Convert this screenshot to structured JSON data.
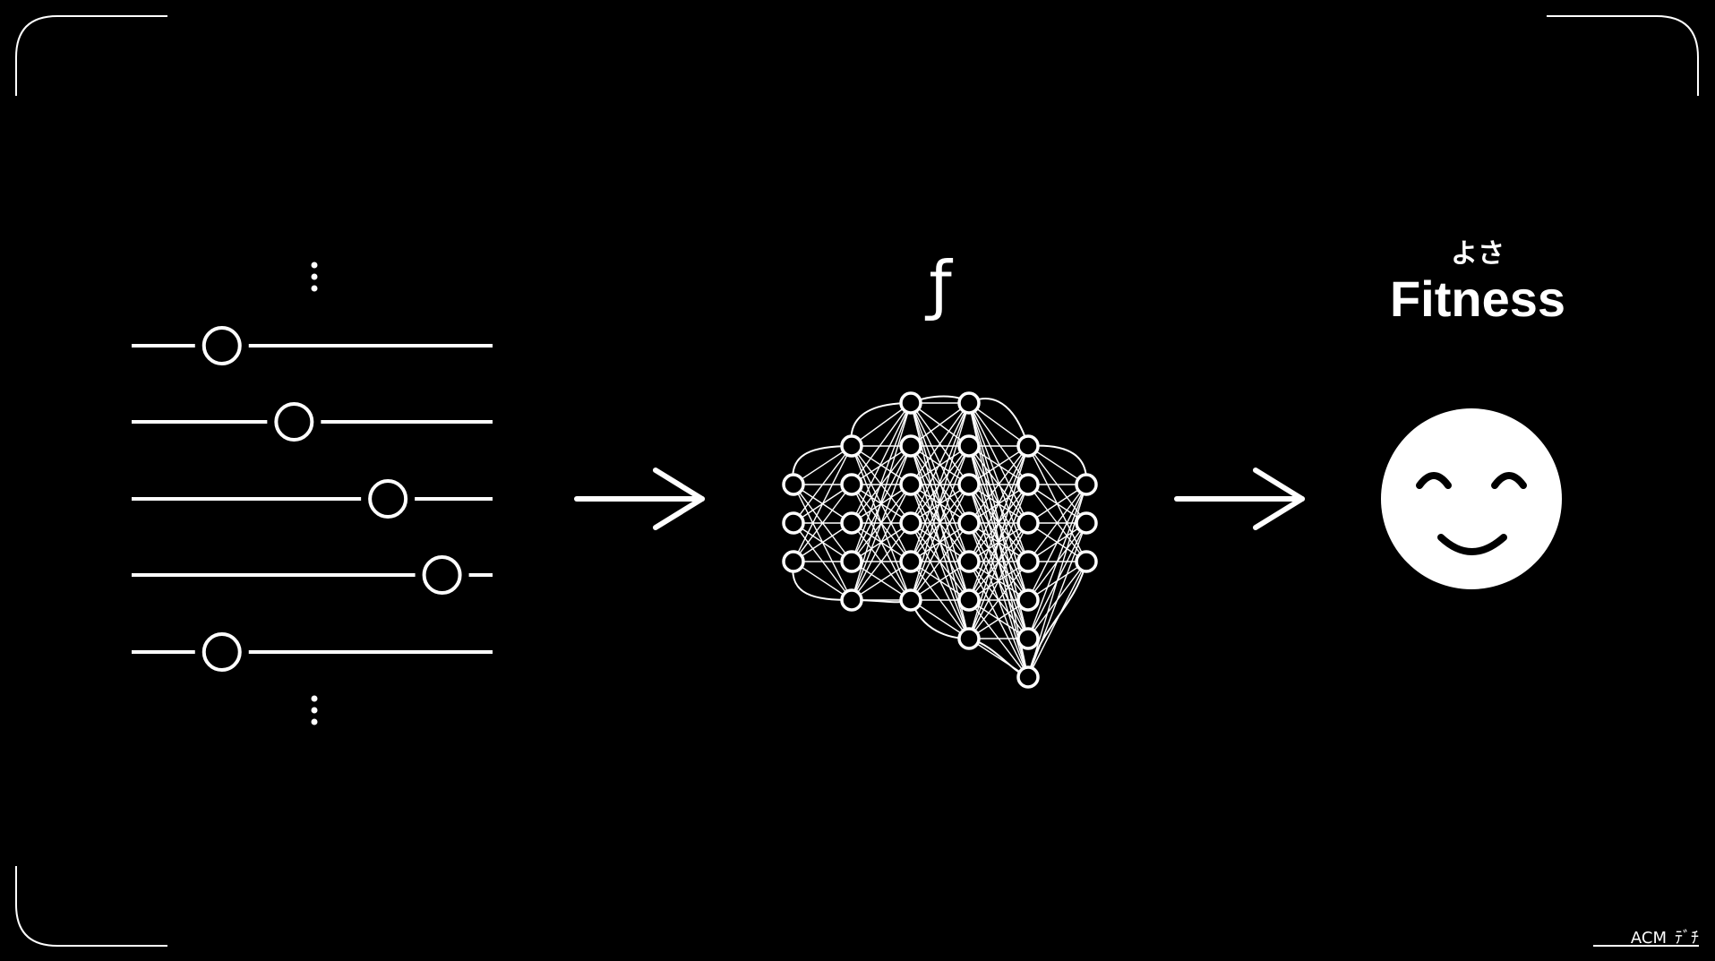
{
  "colors": {
    "background": "#000000",
    "foreground": "#ffffff"
  },
  "parameters": {
    "slider_values": [
      0.25,
      0.45,
      0.71,
      0.86,
      0.25
    ],
    "more_above": "⋮",
    "more_below": "⋮"
  },
  "model": {
    "symbol": "ƒ",
    "icon": "neural-network-brain-icon"
  },
  "output": {
    "ruby": "よさ",
    "title": "Fitness",
    "icon": "smiling-face-icon"
  },
  "footer": {
    "credit": "ACM_ﾃﾞﾁ"
  }
}
